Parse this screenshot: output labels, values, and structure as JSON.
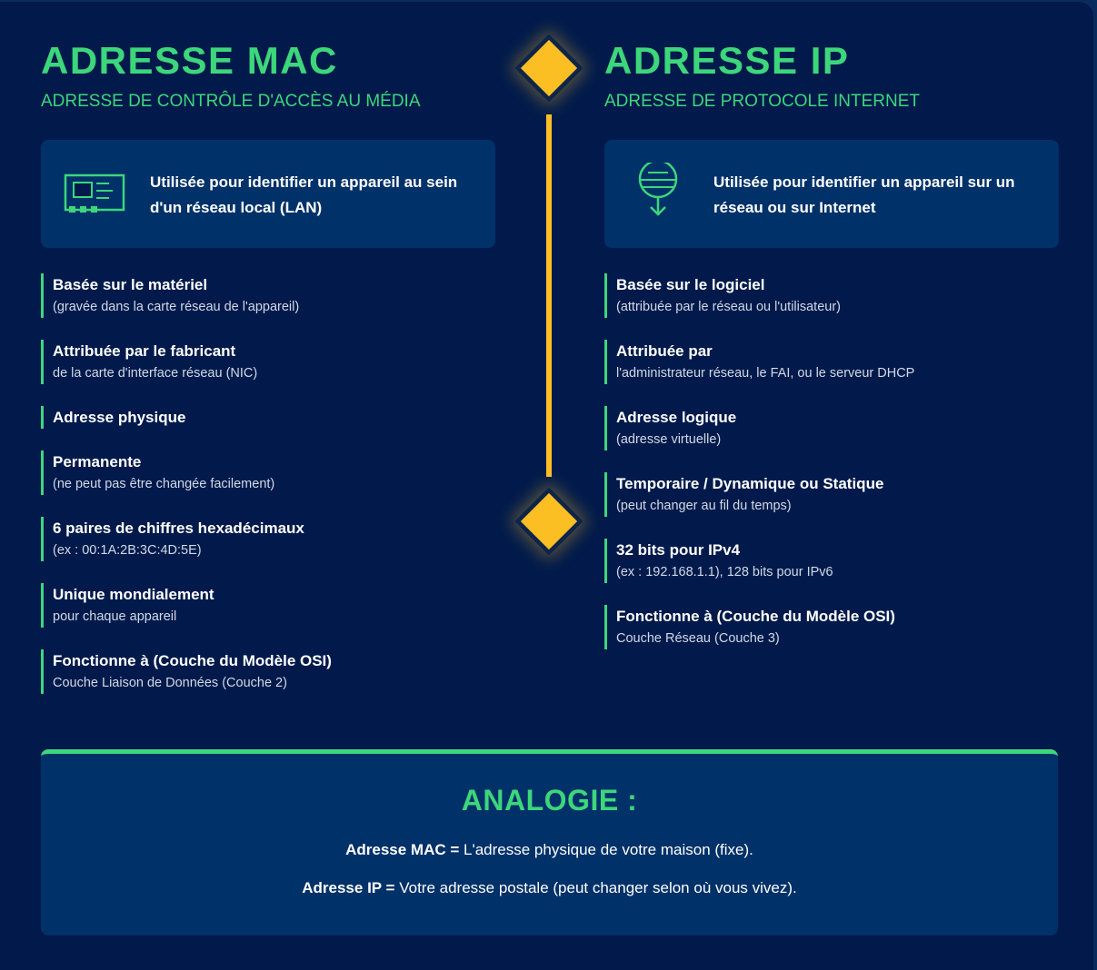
{
  "colors": {
    "background": "#011a4b",
    "card": "#003169",
    "accent_green": "#3dd67b",
    "accent_yellow": "#fbbf24",
    "text_white": "#ffffff",
    "text_muted": "#d2d9e6"
  },
  "mac": {
    "title": "ADRESSE MAC",
    "subtitle": "ADRESSE DE CONTRÔLE D'ACCÈS AU MÉDIA",
    "icon": "network-card-icon",
    "usage": "Utilisée pour identifier un appareil au sein d'un réseau local (LAN)",
    "features": [
      {
        "title": "Basée sur le matériel",
        "detail": "(gravée dans la carte réseau de l'appareil)"
      },
      {
        "title": "Attribuée par le fabricant",
        "detail": "de la carte d'interface réseau (NIC)"
      },
      {
        "title": "Adresse physique",
        "detail": ""
      },
      {
        "title": "Permanente",
        "detail": "(ne peut pas être changée facilement)"
      },
      {
        "title": "6 paires de chiffres hexadécimaux",
        "detail": "(ex : 00:1A:2B:3C:4D:5E)"
      },
      {
        "title": "Unique mondialement",
        "detail": "pour chaque appareil"
      },
      {
        "title": "Fonctionne à (Couche du Modèle OSI)",
        "detail": "Couche Liaison de Données (Couche 2)"
      }
    ]
  },
  "ip": {
    "title": "ADRESSE IP",
    "subtitle": "ADRESSE DE PROTOCOLE INTERNET",
    "icon": "globe-download-icon",
    "usage": "Utilisée pour identifier un appareil sur un réseau ou sur Internet",
    "features": [
      {
        "title": "Basée sur le logiciel",
        "detail": "(attribuée par le réseau ou l'utilisateur)"
      },
      {
        "title": "Attribuée par",
        "detail": "l'administrateur réseau, le FAI, ou le serveur DHCP"
      },
      {
        "title": "Adresse logique",
        "detail": "(adresse virtuelle)"
      },
      {
        "title": "Temporaire / Dynamique ou Statique",
        "detail": "(peut changer au fil du temps)"
      },
      {
        "title": "32 bits pour IPv4",
        "detail": "(ex : 192.168.1.1), 128 bits pour IPv6"
      },
      {
        "title": "Fonctionne à (Couche du Modèle OSI)",
        "detail": "Couche Réseau (Couche 3)"
      }
    ]
  },
  "analogy": {
    "title": "ANALOGIE :",
    "lines": [
      {
        "label": "Adresse MAC =",
        "text": " L'adresse physique de votre maison (fixe)."
      },
      {
        "label": "Adresse IP =",
        "text": " Votre adresse postale (peut changer selon où vous vivez)."
      }
    ]
  }
}
